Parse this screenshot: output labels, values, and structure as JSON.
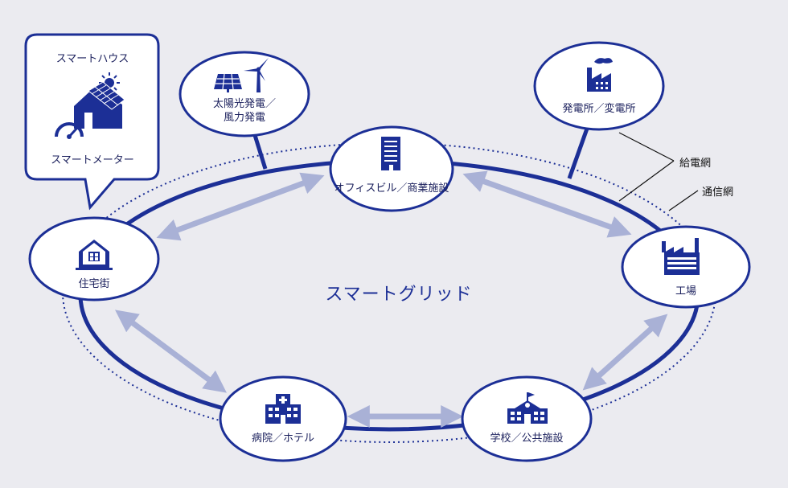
{
  "diagram": {
    "title": "スマートグリッド",
    "nodes": {
      "office": "オフィスビル／商業施設",
      "residential": "住宅街",
      "factory": "工場",
      "hospital": "病院／ホテル",
      "school": "学校／公共施設",
      "solar_wind": [
        "太陽光発電／",
        "風力発電"
      ],
      "power_plant": "発電所／変電所"
    },
    "smart_house": {
      "title": "スマートハウス",
      "meter": "スマートメーター"
    },
    "legend": {
      "power_grid": "給電網",
      "comm_network": "通信網"
    },
    "colors": {
      "background": "#ebebf0",
      "ring": "#1c2f96",
      "arrow": "#a9b1d6",
      "node_fill": "#ffffff"
    }
  }
}
